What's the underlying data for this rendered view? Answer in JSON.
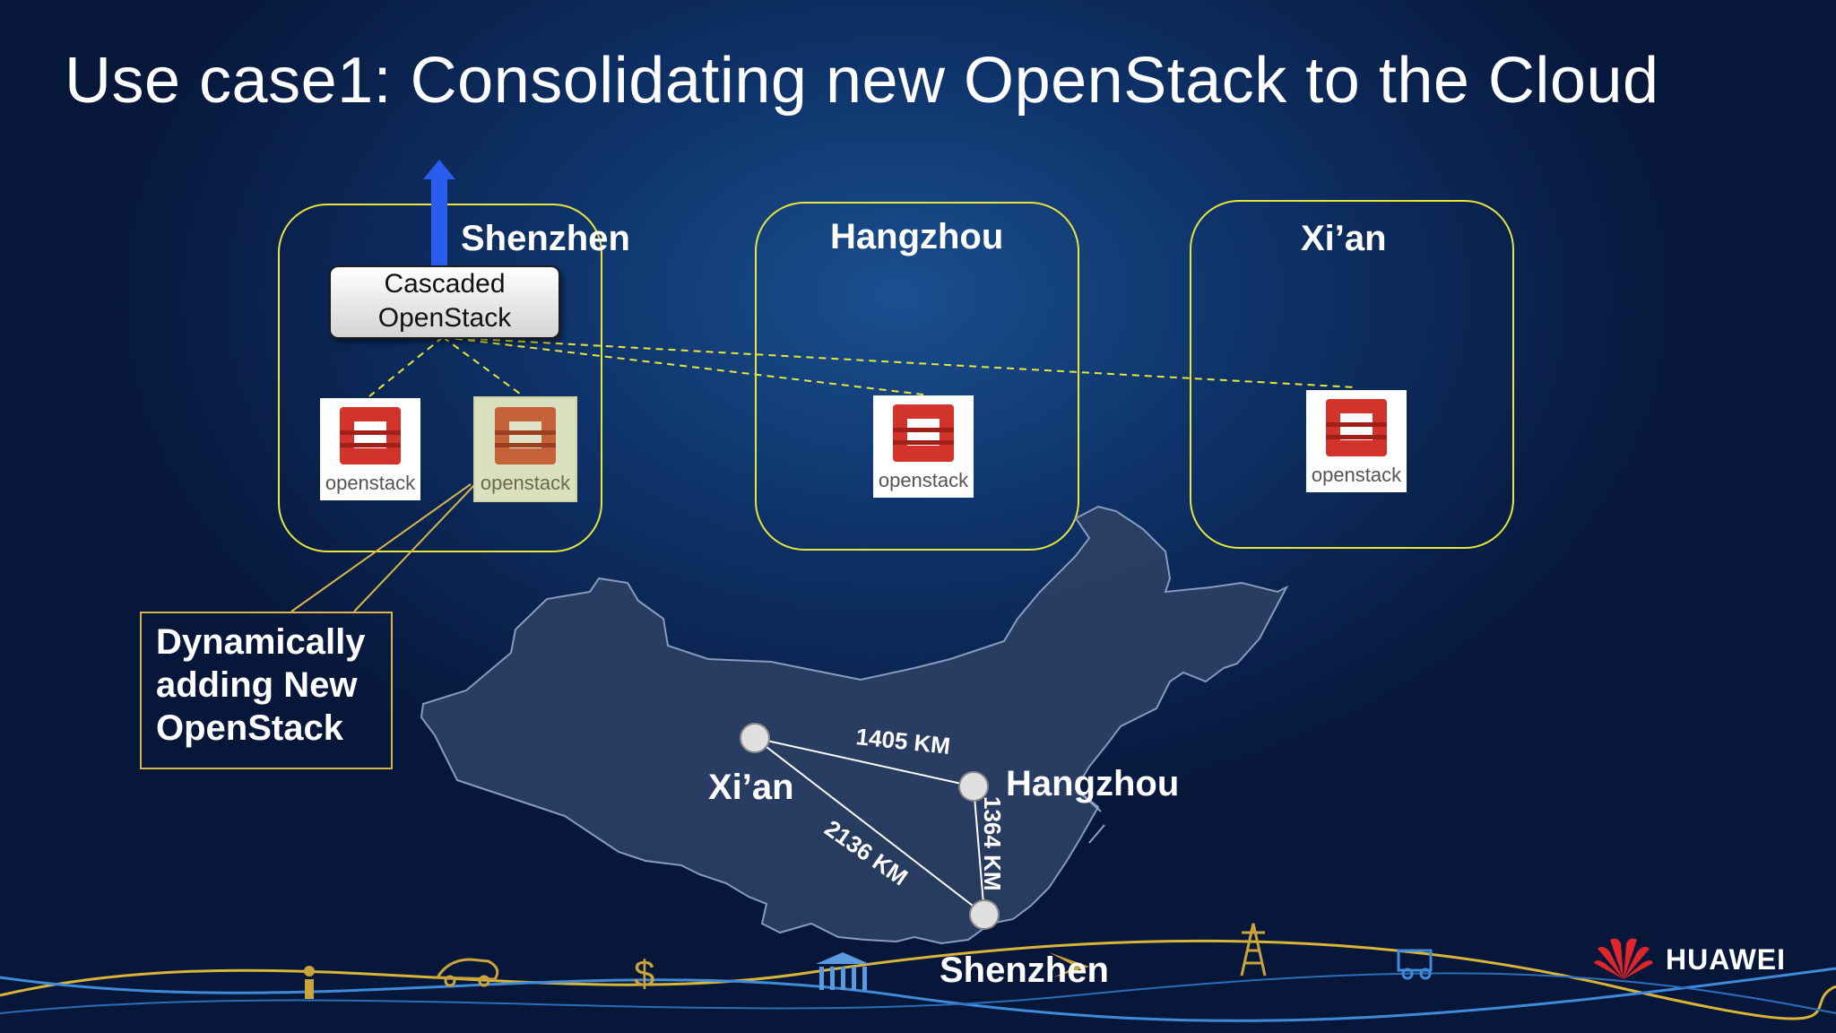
{
  "title": "Use case1:  Consolidating new OpenStack to the Cloud",
  "regions": [
    {
      "name": "Shenzhen"
    },
    {
      "name": "Hangzhou"
    },
    {
      "name": "Xi’an"
    }
  ],
  "cascaded": {
    "line1": "Cascaded",
    "line2": "OpenStack"
  },
  "openstack_logo_text": "openstack",
  "callout": {
    "line1": "Dynamically",
    "line2": "adding New",
    "line3": "OpenStack"
  },
  "map": {
    "cities": [
      "Xi’an",
      "Hangzhou",
      "Shenzhen"
    ],
    "distances": {
      "xian_hangzhou": "1405 KM",
      "xian_shenzhen": "2136 KM",
      "hangzhou_shenzhen": "1364 KM"
    }
  },
  "brand": {
    "name": "HUAWEI"
  },
  "colors": {
    "accent_yellow": "#e6e63c",
    "arrow_blue": "#2a5cf0",
    "openstack_red": "#d2342b",
    "map_fill": "#2a3f63"
  }
}
